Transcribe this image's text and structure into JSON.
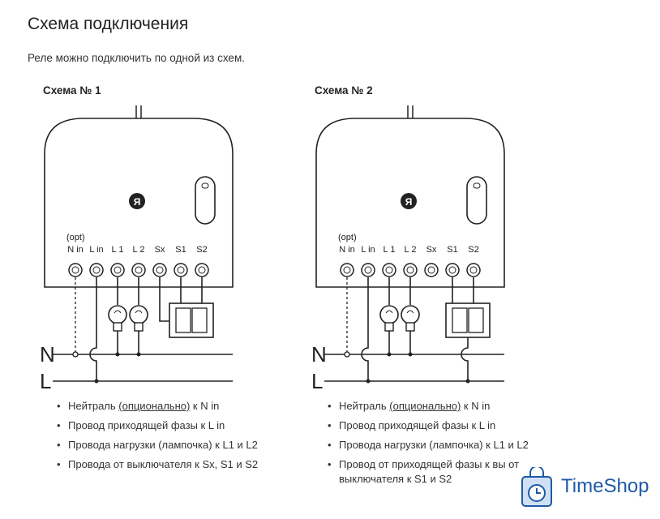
{
  "page": {
    "title": "Схема подключения",
    "subtitle": "Реле можно подключить по одной из схем."
  },
  "schemas": [
    {
      "title": "Схема № 1",
      "opt_label": "(opt)",
      "terminals": [
        "N in",
        "L in",
        "L 1",
        "L 2",
        "Sx",
        "S1",
        "S2"
      ],
      "bus_n": "N",
      "bus_l": "L",
      "logo_char": "Я",
      "bullets": [
        {
          "pre": "Нейтраль ",
          "u": "(опционально)",
          "post": " к N in"
        },
        {
          "pre": "Провод приходящей фазы к L in",
          "u": "",
          "post": ""
        },
        {
          "pre": "Провода нагрузки (лампочка) к L1 и L2",
          "u": "",
          "post": ""
        },
        {
          "pre": "Провода от выключателя к Sx, S1 и S2",
          "u": "",
          "post": ""
        }
      ]
    },
    {
      "title": "Схема № 2",
      "opt_label": "(opt)",
      "terminals": [
        "N in",
        "L in",
        "L 1",
        "L 2",
        "Sx",
        "S1",
        "S2"
      ],
      "bus_n": "N",
      "bus_l": "L",
      "logo_char": "Я",
      "bullets": [
        {
          "pre": "Нейтраль ",
          "u": "(опционально)",
          "post": " к N in"
        },
        {
          "pre": "Провод приходящей фазы к L in",
          "u": "",
          "post": ""
        },
        {
          "pre": "Провода нагрузки (лампочка) к L1 и L2",
          "u": "",
          "post": ""
        },
        {
          "pre": "Провод от приходящей фазы к вы от выключателя к S1 и S2",
          "u": "",
          "post": ""
        }
      ]
    }
  ],
  "watermark": {
    "text": "TimeShop",
    "color": "#1f5aa6",
    "icon": "clock-bag-icon"
  }
}
